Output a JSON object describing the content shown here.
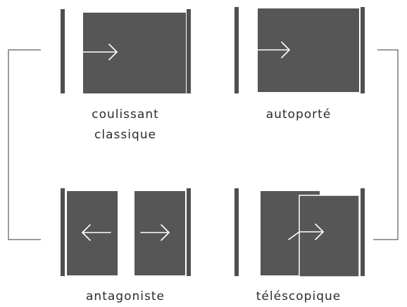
{
  "colors": {
    "panel": "#565656",
    "rail": "#4f4f4f",
    "arrow": "#ffffff",
    "connector": "#3a3a3a",
    "text": "#2b2b2b",
    "background": "#ffffff"
  },
  "icons": {
    "arrow_right": "arrow-right-icon",
    "arrow_left": "arrow-left-icon"
  },
  "door_types": [
    {
      "id": "coulissant-classique",
      "lines": [
        "coulissant",
        "classique"
      ]
    },
    {
      "id": "autoporte",
      "lines": [
        "autoporté"
      ]
    },
    {
      "id": "antagoniste",
      "lines": [
        "antagoniste"
      ]
    },
    {
      "id": "telescopique",
      "lines": [
        "téléscopique"
      ]
    }
  ]
}
